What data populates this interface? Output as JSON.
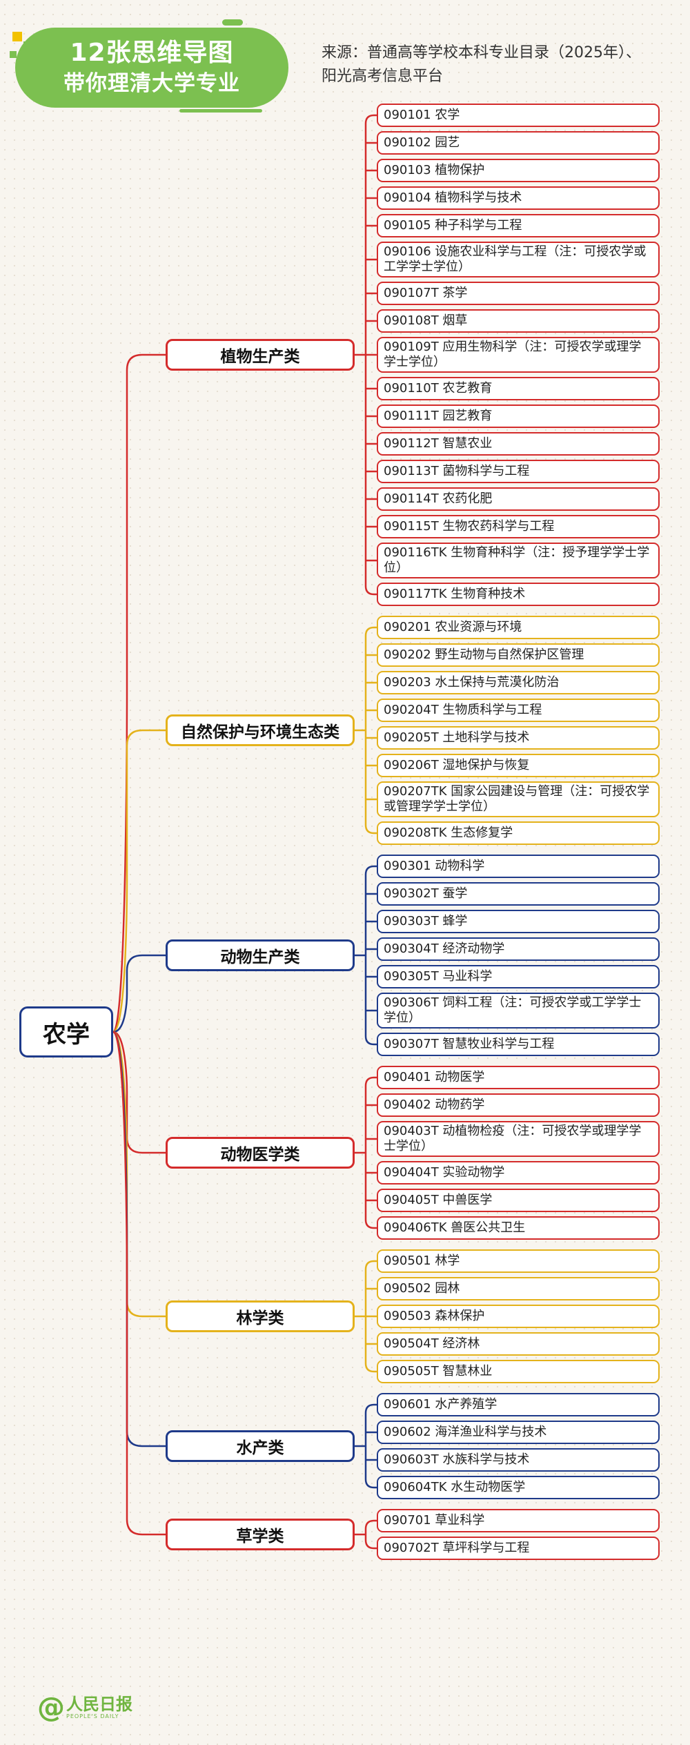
{
  "header": {
    "title_line1": "12张思维导图",
    "title_line2": "带你理清大学专业",
    "source_line1": "来源：普通高等学校本科专业目录（2025年）、",
    "source_line2": "阳光高考信息平台"
  },
  "root": {
    "label": "农学"
  },
  "colors": {
    "red": "#d42b2b",
    "yellow": "#e4b21b",
    "blue": "#1e3a8a",
    "banner": "#7cc050"
  },
  "categories": [
    {
      "name": "植物生产类",
      "color": "red",
      "majors": [
        "090101 农学",
        "090102 园艺",
        "090103 植物保护",
        "090104 植物科学与技术",
        "090105 种子科学与工程",
        "090106 设施农业科学与工程（注：可授农学或工学学士学位）",
        "090107T 茶学",
        "090108T 烟草",
        "090109T 应用生物科学（注：可授农学或理学学士学位）",
        "090110T 农艺教育",
        "090111T 园艺教育",
        "090112T 智慧农业",
        "090113T 菌物科学与工程",
        "090114T 农药化肥",
        "090115T 生物农药科学与工程",
        "090116TK 生物育种科学（注：授予理学学士学位）",
        "090117TK 生物育种技术"
      ]
    },
    {
      "name": "自然保护与环境生态类",
      "color": "yellow",
      "majors": [
        "090201 农业资源与环境",
        "090202 野生动物与自然保护区管理",
        "090203 水土保持与荒漠化防治",
        "090204T 生物质科学与工程",
        "090205T 土地科学与技术",
        "090206T 湿地保护与恢复",
        "090207TK 国家公园建设与管理（注：可授农学或管理学学士学位）",
        "090208TK 生态修复学"
      ]
    },
    {
      "name": "动物生产类",
      "color": "blue",
      "majors": [
        "090301 动物科学",
        "090302T 蚕学",
        "090303T 蜂学",
        "090304T 经济动物学",
        "090305T 马业科学",
        "090306T 饲料工程（注：可授农学或工学学士学位）",
        "090307T 智慧牧业科学与工程"
      ]
    },
    {
      "name": "动物医学类",
      "color": "red",
      "majors": [
        "090401 动物医学",
        "090402 动物药学",
        "090403T 动植物检疫（注：可授农学或理学学士学位）",
        "090404T 实验动物学",
        "090405T 中兽医学",
        "090406TK 兽医公共卫生"
      ]
    },
    {
      "name": "林学类",
      "color": "yellow",
      "majors": [
        "090501 林学",
        "090502 园林",
        "090503 森林保护",
        "090504T 经济林",
        "090505T 智慧林业"
      ]
    },
    {
      "name": "水产类",
      "color": "blue",
      "majors": [
        "090601 水产养殖学",
        "090602 海洋渔业科学与技术",
        "090603T 水族科学与技术",
        "090604TK 水生动物医学"
      ]
    },
    {
      "name": "草学类",
      "color": "red",
      "majors": [
        "090701 草业科学",
        "090702T 草坪科学与工程"
      ]
    }
  ],
  "logo": {
    "cn": "人民日报",
    "en": "PEOPLE'S DAILY"
  }
}
